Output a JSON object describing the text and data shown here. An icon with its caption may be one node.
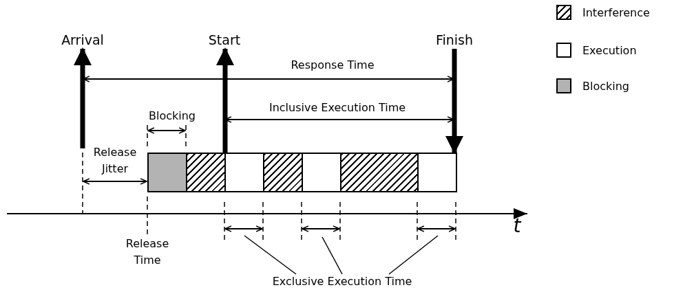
{
  "diagram": {
    "nodes": [
      {
        "text": [
          "Arrival"
        ]
      },
      {
        "text": [
          "Start"
        ]
      },
      {
        "text": [
          "Finish"
        ]
      },
      {
        "text": [],
        "shape": "box"
      },
      {
        "text": [],
        "shape": "box"
      },
      {
        "text": [],
        "shape": "box"
      },
      {
        "text": [],
        "shape": "box"
      },
      {
        "text": [],
        "shape": "box"
      },
      {
        "text": [],
        "shape": "box"
      },
      {
        "text": [],
        "shape": "box"
      },
      {
        "text": [
          "Exclusive Execution Time"
        ]
      }
    ],
    "edges": [
      {
        "from": null,
        "to": 0,
        "arrow": "to",
        "style": "thick"
      },
      {
        "from": 5,
        "to": 1,
        "arrow": "to",
        "style": "thick"
      },
      {
        "from": 2,
        "to": 9,
        "arrow": "to",
        "style": "thick"
      },
      {
        "from": 10,
        "to": null,
        "arrow": "none"
      },
      {
        "from": 10,
        "to": null,
        "arrow": "none"
      },
      {
        "from": 10,
        "to": null,
        "arrow": "none"
      }
    ],
    "labels": [
      "Response Time",
      "Inclusive Execution Time",
      "Blocking",
      "Release Jitter",
      "Release Time",
      "t"
    ],
    "legend": [
      {
        "text": "Interference"
      },
      {
        "text": "Execution",
        "color": "#ffffff"
      },
      {
        "text": "Blocking",
        "color": "#b3b3b3"
      }
    ]
  }
}
